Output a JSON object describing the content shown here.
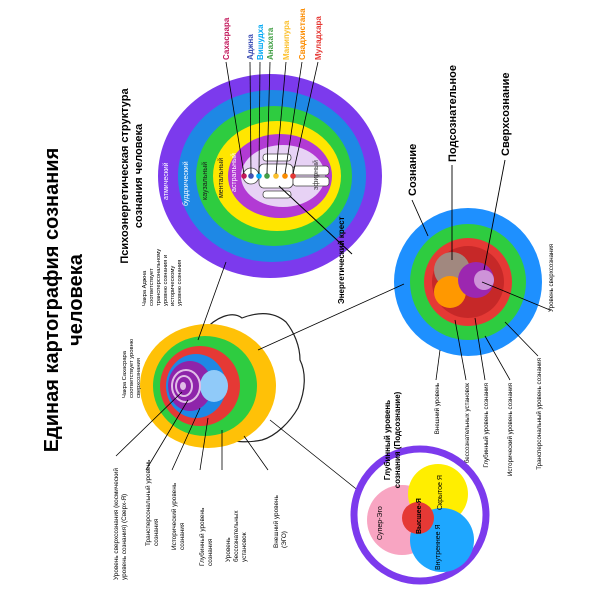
{
  "title_line1": "Единая картография сознания",
  "title_line2": "человека",
  "psy": {
    "title_line1": "Психоэнергетическая структура",
    "title_line2": "сознания человека",
    "chakras": [
      {
        "name": "Сахасрара",
        "color": "#c2185b"
      },
      {
        "name": "Аджна",
        "color": "#3f51b5"
      },
      {
        "name": "Вишудха",
        "color": "#03a9f4"
      },
      {
        "name": "Анахата",
        "color": "#43a047"
      },
      {
        "name": "Манипура",
        "color": "#fbc02d"
      },
      {
        "name": "Свадхистана",
        "color": "#fb8c00"
      },
      {
        "name": "Муладхара",
        "color": "#e53935"
      }
    ],
    "bodies": [
      "атмический",
      "буддхический",
      "каузальный",
      "ментальный",
      "астральный",
      "эфирный"
    ],
    "cross_label": "Энергетический крест"
  },
  "rings": {
    "labels": [
      "Сознание",
      "Подсознательное",
      "Сверхсознание"
    ],
    "levels": [
      "Уровень сверхсознания",
      "Трансперсональный уровень сознания",
      "Исторический уровень сознания",
      "Глубинный уровень сознания",
      "Уровень бессознательных установок",
      "Внешний уровень"
    ]
  },
  "head": {
    "notes": [
      "Чакра Сахасрара соответствует уровню сверхсознания",
      "Чакра Аджна соответствует трансперсональному уровню сознания и историческому уровню сознания"
    ],
    "levels": [
      "Уровень сверхсознания (космический уровень сознания) (Сверх-Я)",
      "Трансперсональный уровень сознания",
      "Исторический уровень сознания",
      "Глубинный уровень сознания",
      "Уровень бессознательных установок",
      "Внешний уровень (ЭГО)"
    ]
  },
  "venn": {
    "title_line1": "Глубинный уровень",
    "title_line2": "сознания (Подсознание)",
    "parts": [
      "Супер-Эго",
      "Скрытое Я",
      "Внутреннее Я",
      "Высшее-Я"
    ]
  },
  "colors": {
    "purple": "#7b1fa2",
    "blue": "#1e88e5",
    "green": "#2ecc40",
    "yellow": "#ffe600",
    "red": "#e53935",
    "orange": "#ff9800",
    "pink": "#f48fb1",
    "sky": "#29b6f6",
    "gold": "#ffc107"
  }
}
